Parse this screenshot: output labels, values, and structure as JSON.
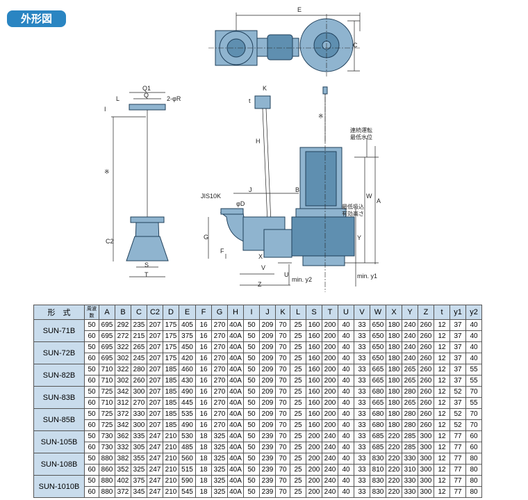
{
  "section_title": "外形図",
  "drawing": {
    "dim_labels": [
      "E",
      "C",
      "Q1",
      "Q",
      "2-φR",
      "L",
      "I",
      "K",
      "t",
      "H",
      "J",
      "B",
      "JIS10K",
      "φD",
      "G",
      "F",
      "X",
      "V",
      "Z",
      "U",
      "S",
      "T",
      "C2",
      "A",
      "W",
      "Y",
      "min. y2",
      "min. y1",
      "※",
      "※"
    ],
    "notes": {
      "continuous_water_level": [
        "連続運転",
        "最低水位"
      ],
      "min_suction_head": [
        "最低吸込",
        "有効高さ"
      ]
    }
  },
  "table": {
    "model_header": "形　式",
    "freq_header": "周波数",
    "columns": [
      "A",
      "B",
      "C",
      "C2",
      "D",
      "E",
      "F",
      "G",
      "H",
      "I",
      "J",
      "K",
      "L",
      "S",
      "T",
      "U",
      "V",
      "W",
      "X",
      "Y",
      "Z",
      "t",
      "y1",
      "y2"
    ],
    "groups": [
      {
        "model": "SUN-71B",
        "rows": [
          {
            "freq": "50",
            "values": [
              "695",
              "292",
              "235",
              "207",
              "175",
              "405",
              "16",
              "270",
              "40A",
              "50",
              "209",
              "70",
              "25",
              "160",
              "200",
              "40",
              "33",
              "650",
              "180",
              "240",
              "260",
              "12",
              "37",
              "40"
            ]
          },
          {
            "freq": "60",
            "values": [
              "695",
              "272",
              "215",
              "207",
              "175",
              "375",
              "16",
              "270",
              "40A",
              "50",
              "209",
              "70",
              "25",
              "160",
              "200",
              "40",
              "33",
              "650",
              "180",
              "240",
              "260",
              "12",
              "37",
              "40"
            ]
          }
        ]
      },
      {
        "model": "SUN-72B",
        "rows": [
          {
            "freq": "50",
            "values": [
              "695",
              "322",
              "265",
              "207",
              "175",
              "450",
              "16",
              "270",
              "40A",
              "50",
              "209",
              "70",
              "25",
              "160",
              "200",
              "40",
              "33",
              "650",
              "180",
              "240",
              "260",
              "12",
              "37",
              "40"
            ]
          },
          {
            "freq": "60",
            "values": [
              "695",
              "302",
              "245",
              "207",
              "175",
              "420",
              "16",
              "270",
              "40A",
              "50",
              "209",
              "70",
              "25",
              "160",
              "200",
              "40",
              "33",
              "650",
              "180",
              "240",
              "260",
              "12",
              "37",
              "40"
            ]
          }
        ]
      },
      {
        "model": "SUN-82B",
        "rows": [
          {
            "freq": "50",
            "values": [
              "710",
              "322",
              "280",
              "207",
              "185",
              "460",
              "16",
              "270",
              "40A",
              "50",
              "209",
              "70",
              "25",
              "160",
              "200",
              "40",
              "33",
              "665",
              "180",
              "265",
              "260",
              "12",
              "37",
              "55"
            ]
          },
          {
            "freq": "60",
            "values": [
              "710",
              "302",
              "260",
              "207",
              "185",
              "430",
              "16",
              "270",
              "40A",
              "50",
              "209",
              "70",
              "25",
              "160",
              "200",
              "40",
              "33",
              "665",
              "180",
              "265",
              "260",
              "12",
              "37",
              "55"
            ]
          }
        ]
      },
      {
        "model": "SUN-83B",
        "rows": [
          {
            "freq": "50",
            "values": [
              "725",
              "342",
              "300",
              "207",
              "185",
              "490",
              "16",
              "270",
              "40A",
              "50",
              "209",
              "70",
              "25",
              "160",
              "200",
              "40",
              "33",
              "680",
              "180",
              "280",
              "260",
              "12",
              "52",
              "70"
            ]
          },
          {
            "freq": "60",
            "values": [
              "710",
              "312",
              "270",
              "207",
              "185",
              "445",
              "16",
              "270",
              "40A",
              "50",
              "209",
              "70",
              "25",
              "160",
              "200",
              "40",
              "33",
              "665",
              "180",
              "265",
              "260",
              "12",
              "37",
              "55"
            ]
          }
        ]
      },
      {
        "model": "SUN-85B",
        "rows": [
          {
            "freq": "50",
            "values": [
              "725",
              "372",
              "330",
              "207",
              "185",
              "535",
              "16",
              "270",
              "40A",
              "50",
              "209",
              "70",
              "25",
              "160",
              "200",
              "40",
              "33",
              "680",
              "180",
              "280",
              "260",
              "12",
              "52",
              "70"
            ]
          },
          {
            "freq": "60",
            "values": [
              "725",
              "342",
              "300",
              "207",
              "185",
              "490",
              "16",
              "270",
              "40A",
              "50",
              "209",
              "70",
              "25",
              "160",
              "200",
              "40",
              "33",
              "680",
              "180",
              "280",
              "260",
              "12",
              "52",
              "70"
            ]
          }
        ]
      },
      {
        "model": "SUN-105B",
        "rows": [
          {
            "freq": "50",
            "values": [
              "730",
              "362",
              "335",
              "247",
              "210",
              "530",
              "18",
              "325",
              "40A",
              "50",
              "239",
              "70",
              "25",
              "200",
              "240",
              "40",
              "33",
              "685",
              "220",
              "285",
              "300",
              "12",
              "77",
              "60"
            ]
          },
          {
            "freq": "60",
            "values": [
              "730",
              "332",
              "305",
              "247",
              "210",
              "485",
              "18",
              "325",
              "40A",
              "50",
              "239",
              "70",
              "25",
              "200",
              "240",
              "40",
              "33",
              "685",
              "220",
              "285",
              "300",
              "12",
              "77",
              "60"
            ]
          }
        ]
      },
      {
        "model": "SUN-108B",
        "rows": [
          {
            "freq": "50",
            "values": [
              "880",
              "382",
              "355",
              "247",
              "210",
              "560",
              "18",
              "325",
              "40A",
              "50",
              "239",
              "70",
              "25",
              "200",
              "240",
              "40",
              "33",
              "830",
              "220",
              "330",
              "300",
              "12",
              "77",
              "80"
            ]
          },
          {
            "freq": "60",
            "values": [
              "860",
              "352",
              "325",
              "247",
              "210",
              "515",
              "18",
              "325",
              "40A",
              "50",
              "239",
              "70",
              "25",
              "200",
              "240",
              "40",
              "33",
              "810",
              "220",
              "310",
              "300",
              "12",
              "77",
              "80"
            ]
          }
        ]
      },
      {
        "model": "SUN-1010B",
        "rows": [
          {
            "freq": "50",
            "values": [
              "880",
              "402",
              "375",
              "247",
              "210",
              "590",
              "18",
              "325",
              "40A",
              "50",
              "239",
              "70",
              "25",
              "200",
              "240",
              "40",
              "33",
              "830",
              "220",
              "330",
              "300",
              "12",
              "77",
              "80"
            ]
          },
          {
            "freq": "60",
            "values": [
              "880",
              "372",
              "345",
              "247",
              "210",
              "545",
              "18",
              "325",
              "40A",
              "50",
              "239",
              "70",
              "25",
              "200",
              "240",
              "40",
              "33",
              "830",
              "220",
              "330",
              "300",
              "12",
              "77",
              "80"
            ]
          }
        ]
      }
    ]
  }
}
